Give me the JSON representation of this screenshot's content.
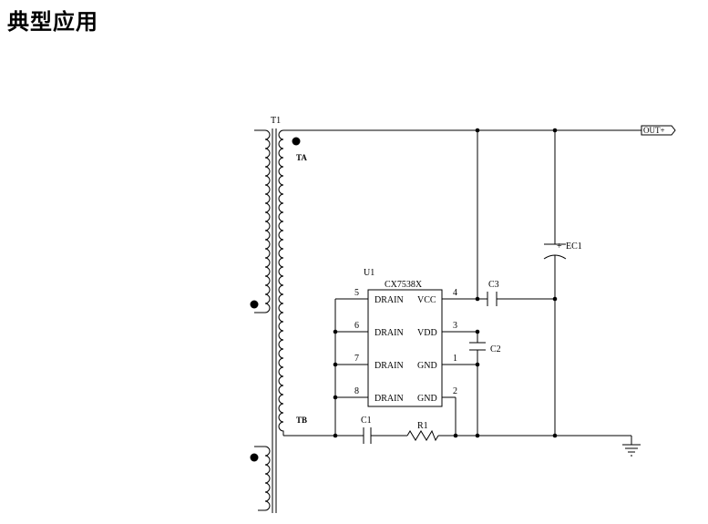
{
  "page": {
    "title": "典型应用"
  },
  "schematic": {
    "transformer": {
      "ref": "T1",
      "tap_a": "TA",
      "tap_b": "TB"
    },
    "ic": {
      "ref": "U1",
      "part": "CX7538X",
      "pins": [
        {
          "num": "5",
          "name": "DRAIN"
        },
        {
          "num": "6",
          "name": "DRAIN"
        },
        {
          "num": "7",
          "name": "DRAIN"
        },
        {
          "num": "8",
          "name": "DRAIN"
        },
        {
          "num": "4",
          "name": "VCC"
        },
        {
          "num": "3",
          "name": "VDD"
        },
        {
          "num": "1",
          "name": "GND"
        },
        {
          "num": "2",
          "name": "GND"
        }
      ]
    },
    "components": {
      "c1": "C1",
      "c2": "C2",
      "c3": "C3",
      "r1": "R1",
      "ec1_plus": "+",
      "ec1": "EC1"
    },
    "output_label": "OUT+"
  }
}
